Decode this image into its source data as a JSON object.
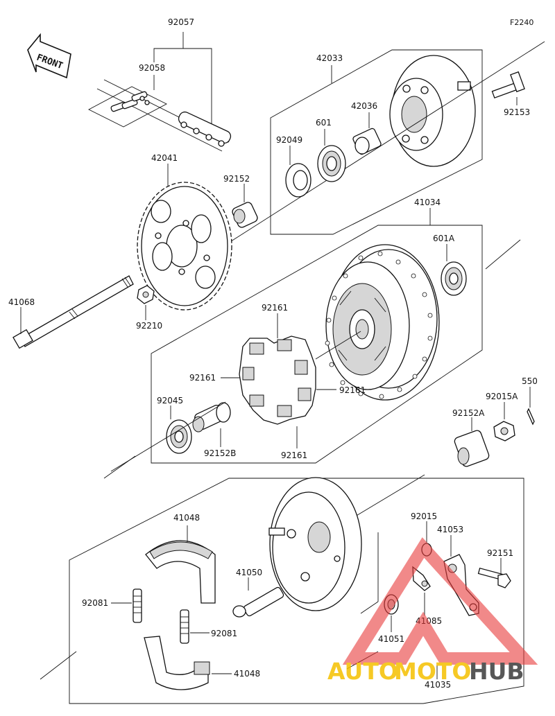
{
  "diagram_code": "F2240",
  "front_label": "FRONT",
  "watermark": {
    "part1": "AUTO",
    "part2": "MOTO",
    "part3": "HUB",
    "color_primary": "#f5c000",
    "color_hub": "#3a3a3a",
    "triangle_color": "#e83a3a"
  },
  "parts": [
    "92057",
    "92058",
    "42033",
    "92153",
    "42036",
    "601",
    "92049",
    "42041",
    "92152",
    "41034",
    "601A",
    "41068",
    "92210",
    "92161",
    "92161",
    "92161",
    "92161",
    "92045",
    "92152B",
    "550",
    "92015A",
    "92152A",
    "41048",
    "92015",
    "41053",
    "92151",
    "41050",
    "92081",
    "41085",
    "92081",
    "41051",
    "41048",
    "41035"
  ]
}
